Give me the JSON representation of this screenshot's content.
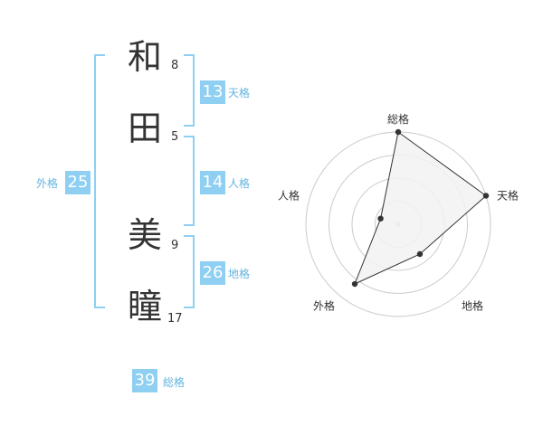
{
  "name_chars": [
    {
      "char": "和",
      "strokes": "8"
    },
    {
      "char": "田",
      "strokes": "5"
    },
    {
      "char": "美",
      "strokes": "9"
    },
    {
      "char": "瞳",
      "strokes": "17"
    }
  ],
  "fortunes": {
    "ten": {
      "value": "13",
      "label": "天格"
    },
    "jin": {
      "value": "14",
      "label": "人格"
    },
    "chi": {
      "value": "26",
      "label": "地格"
    },
    "gai": {
      "value": "25",
      "label": "外格"
    },
    "sou": {
      "value": "39",
      "label": "総格"
    }
  },
  "chart_data": {
    "type": "radar",
    "axes": [
      "総格",
      "天格",
      "地格",
      "外格",
      "人格"
    ],
    "values": [
      5,
      5,
      2,
      4,
      1
    ],
    "max": 5,
    "rings": 4,
    "colors": {
      "fill": "#f2f2f2",
      "line": "#333333",
      "ring": "#cccccc"
    }
  }
}
